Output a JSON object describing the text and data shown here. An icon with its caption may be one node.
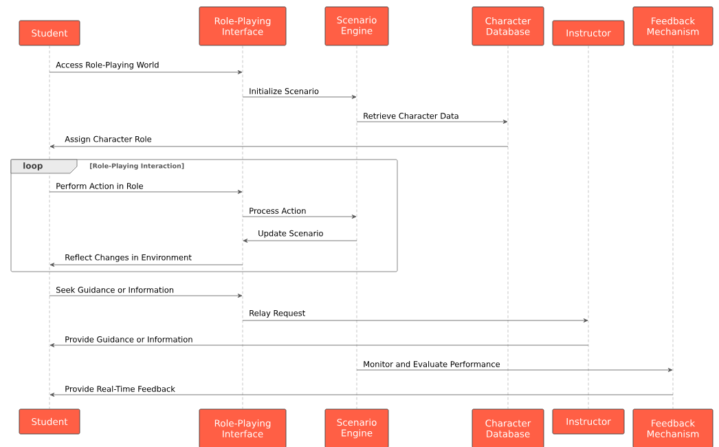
{
  "diagram": {
    "nodes": [
      {
        "text": [
          "Student"
        ]
      },
      {
        "text": [
          "Role-Playing Interface"
        ]
      },
      {
        "text": [
          "Scenario Engine"
        ]
      },
      {
        "text": [
          "Character Database"
        ]
      },
      {
        "text": [
          "Instructor"
        ]
      },
      {
        "text": [
          "Feedback Mechanism"
        ]
      },
      {
        "text": [
          "Student"
        ]
      },
      {
        "text": [
          "Role-Playing Interface"
        ]
      },
      {
        "text": [
          "Scenario Engine"
        ]
      },
      {
        "text": [
          "Character Database"
        ]
      },
      {
        "text": [
          "Instructor"
        ]
      },
      {
        "text": [
          "Feedback Mechanism"
        ]
      },
      {
        "text": [],
        "shape": "line"
      },
      {
        "text": [],
        "shape": "line"
      },
      {
        "text": [],
        "shape": "line"
      },
      {
        "text": [],
        "shape": "line"
      },
      {
        "text": [],
        "shape": "line"
      },
      {
        "text": [],
        "shape": "line"
      }
    ],
    "edges": [
      {
        "from": 12,
        "to": 13,
        "arrow": "to",
        "label": "Access Role-Playing World"
      },
      {
        "from": 13,
        "to": 14,
        "arrow": "to",
        "label": "Initialize Scenario"
      },
      {
        "from": 14,
        "to": 15,
        "arrow": "to",
        "label": "Retrieve Character Data"
      },
      {
        "from": 15,
        "to": 12,
        "arrow": "to",
        "label": "Assign Character Role"
      },
      {
        "from": 12,
        "to": 13,
        "arrow": "to",
        "label": "Perform Action in Role"
      },
      {
        "from": 13,
        "to": 14,
        "arrow": "to",
        "label": "Process Action"
      },
      {
        "from": 14,
        "to": 13,
        "arrow": "to",
        "label": "Update Scenario"
      },
      {
        "from": 13,
        "to": 12,
        "arrow": "to",
        "label": "Reflect Changes in Environment"
      },
      {
        "from": 12,
        "to": 13,
        "arrow": "to",
        "label": "Seek Guidance or Information"
      },
      {
        "from": 13,
        "to": 16,
        "arrow": "to",
        "label": "Relay Request"
      },
      {
        "from": 16,
        "to": 12,
        "arrow": "to",
        "label": "Provide Guidance or Information"
      },
      {
        "from": 14,
        "to": 17,
        "arrow": "to",
        "label": "Monitor and Evaluate Performance"
      },
      {
        "from": 17,
        "to": 12,
        "arrow": "to",
        "label": "Provide Real-Time Feedback"
      }
    ],
    "labels": [
      "loop",
      "[Role-Playing Interaction]"
    ]
  }
}
